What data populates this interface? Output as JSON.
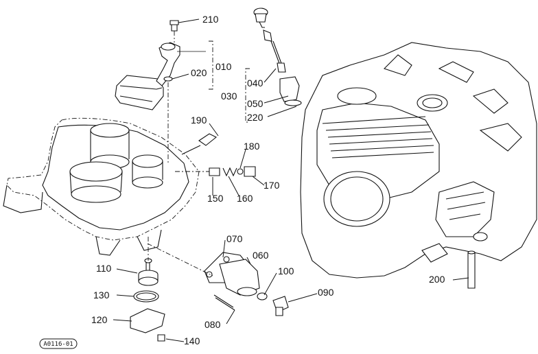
{
  "diagram_code": "A0116-01",
  "callouts": {
    "p010": "010",
    "p020": "020",
    "p030": "030",
    "p040": "040",
    "p050": "050",
    "p060": "060",
    "p070": "070",
    "p080": "080",
    "p090": "090",
    "p100": "100",
    "p110": "110",
    "p120": "120",
    "p130": "130",
    "p140": "140",
    "p150": "150",
    "p160": "160",
    "p170": "170",
    "p180": "180",
    "p190": "190",
    "p200": "200",
    "p210": "210",
    "p220": "220"
  }
}
